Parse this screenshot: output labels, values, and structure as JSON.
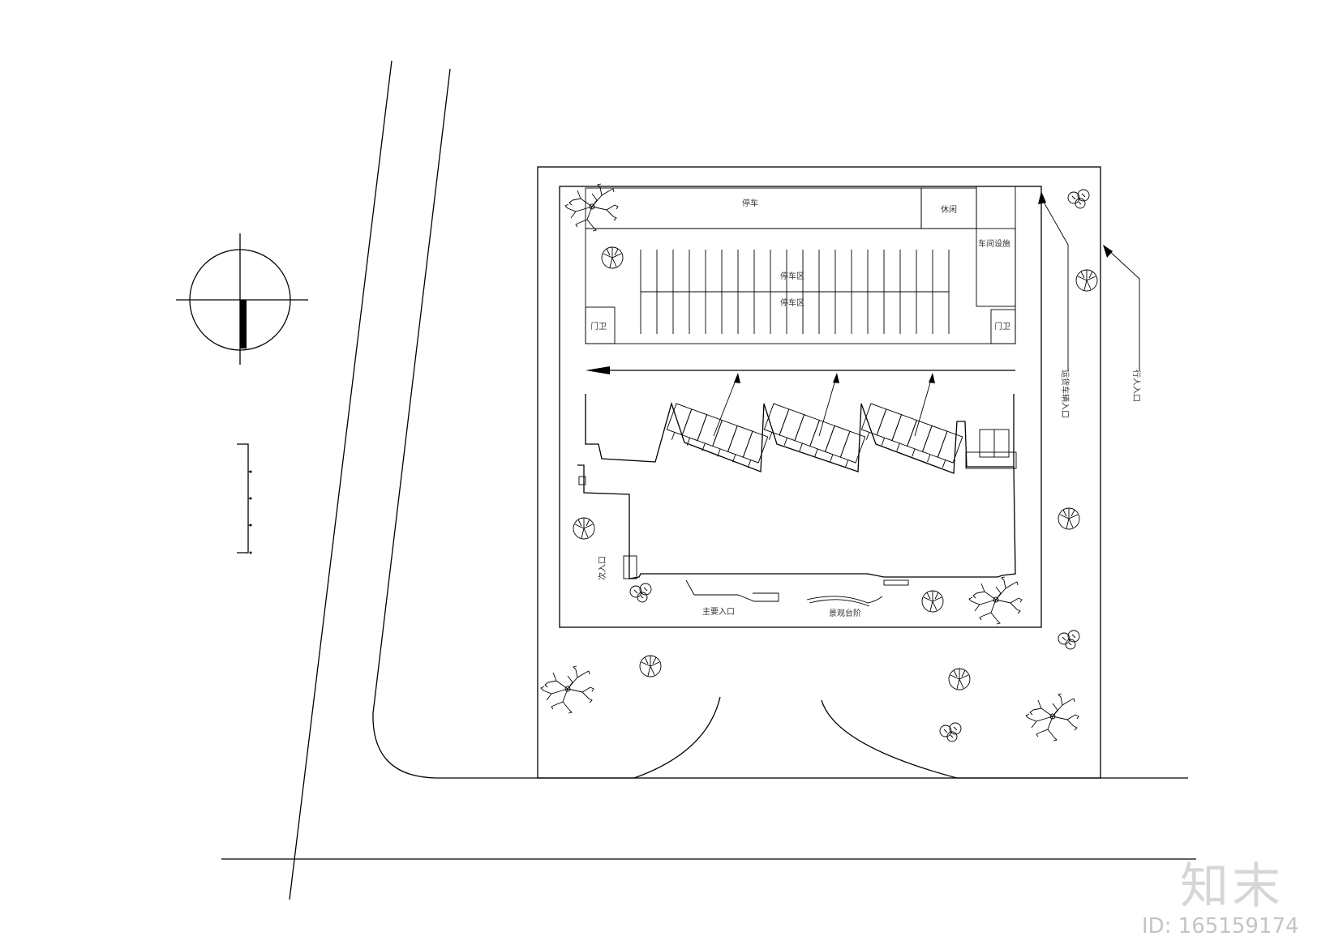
{
  "labels": {
    "north_strip": "停车",
    "corner_room": "休闲",
    "east_room": "车间设施",
    "parking_upper": "停车区",
    "parking_lower": "停车区",
    "booth_left": "门卫",
    "booth_right": "门卫",
    "main_entrance": "主要入口",
    "side_entrance": "次入口",
    "front_feature": "景观台阶",
    "arrow_vehicle_in": "运货车辆入口",
    "arrow_pedestrian": "行人入口"
  },
  "watermark": {
    "brand": "知末",
    "id": "ID: 165159174"
  }
}
